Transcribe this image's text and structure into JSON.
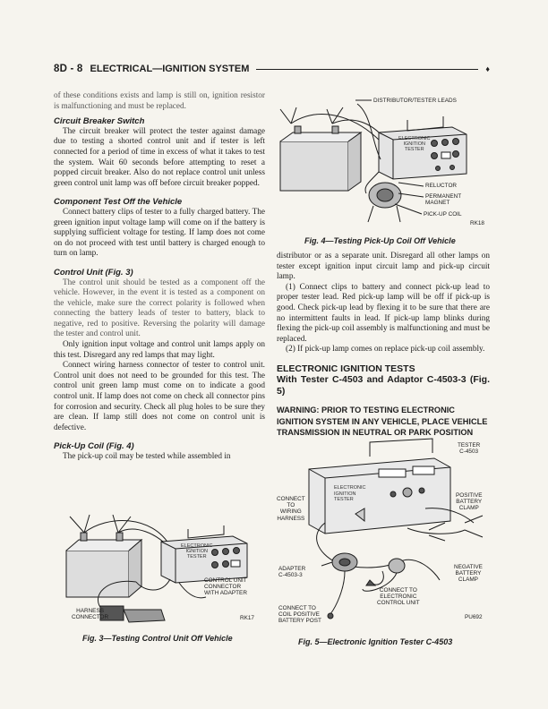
{
  "header": {
    "section_code": "8D - 8",
    "title": "ELECTRICAL—IGNITION SYSTEM",
    "end_mark": "♦"
  },
  "left_column": {
    "intro": "of these conditions exists and lamp is still on, ignition resistor is malfunctioning and must be replaced.",
    "circuit_breaker_heading": "Circuit Breaker Switch",
    "circuit_breaker_text": "The circuit breaker will protect the tester against damage due to testing a shorted control unit and if tester is left connected for a period of time in excess of what it takes to test the system. Wait 60 seconds before attempting to reset a popped circuit breaker. Also do not replace control unit unless green control unit lamp was off before circuit breaker popped.",
    "component_heading": "Component Test Off the Vehicle",
    "component_text": "Connect battery clips of tester to a fully charged battery. The green ignition input voltage lamp will come on if the battery is supplying sufficient voltage for testing. If lamp does not come on do not proceed with test until battery is charged enough to turn on lamp.",
    "control_unit_heading": "Control Unit (Fig. 3)",
    "control_unit_p1": "The control unit should be tested as a component off the vehicle. However, in the event it is tested as a component on the vehicle, make sure the correct polarity is followed when connecting the battery leads of tester to battery, black to negative, red to positive. Reversing the polarity will damage the tester and control unit.",
    "control_unit_p2": "Only ignition input voltage and control unit lamps apply on this test. Disregard any red lamps that may light.",
    "control_unit_p3": "Connect wiring harness connector of tester to control unit. Control unit does not need to be grounded for this test. The control unit green lamp must come on to indicate a good control unit. If lamp does not come on check all connector pins for corrosion and security. Check all plug holes to be sure they are clean. If lamp still does not come on control unit is defective.",
    "pickup_heading": "Pick-Up Coil (Fig. 4)",
    "pickup_text": "The pick-up coil may be tested while assembled in"
  },
  "right_column": {
    "p1": "distributor or as a separate unit. Disregard all other lamps on tester except ignition input circuit lamp and pick-up circuit lamp.",
    "p2": "(1) Connect clips to battery and connect pick-up lead to proper tester lead. Red pick-up lamp will be off if pick-up is good. Check pick-up lead by flexing it to be sure that there are no intermittent faults in lead. If pick-up lamp blinks during flexing the pick-up coil assembly is malfunctioning and must be replaced.",
    "p3": "(2) If pick-up lamp comes on replace pick-up coil assembly.",
    "section_heading_1": "ELECTRONIC IGNITION TESTS",
    "section_heading_2": "With Tester C-4503 and Adaptor C-4503-3 (Fig. 5)",
    "warning": "WARNING: PRIOR TO TESTING ELECTRONIC IGNITION SYSTEM IN ANY VEHICLE, PLACE VEHICLE TRANSMISSION IN NEUTRAL OR PARK POSITION"
  },
  "fig3": {
    "caption": "Fig. 3—Testing Control Unit Off Vehicle",
    "tester_line1": "ELECTRONIC",
    "tester_line2": "IGNITION",
    "tester_line3": "TESTER",
    "label_control_unit_1": "CONTROL UNIT",
    "label_control_unit_2": "CONNECTOR",
    "label_control_unit_3": "WITH ADAPTER",
    "label_harness_1": "HARNESS",
    "label_harness_2": "CONNECTOR",
    "ref": "RK17"
  },
  "fig4": {
    "caption": "Fig. 4—Testing Pick-Up Coil Off Vehicle",
    "label_leads": "DISTRIBUTOR/TESTER LEADS",
    "tester_line1": "ELECTRONIC",
    "tester_line2": "IGNITION",
    "tester_line3": "TESTER",
    "label_reluctor": "RELUCTOR",
    "label_magnet_1": "PERMANENT",
    "label_magnet_2": "MAGNET",
    "label_pickup": "PICK-UP COIL",
    "ref": "RK18"
  },
  "fig5": {
    "caption": "Fig. 5—Electronic Ignition Tester C-4503",
    "label_tester_1": "TESTER",
    "label_tester_2": "C-4503",
    "tester_line1": "ELECTRONIC",
    "tester_line2": "IGNITION",
    "tester_line3": "TESTER",
    "label_connect_1": "CONNECT",
    "label_connect_2": "TO",
    "label_connect_3": "WIRING",
    "label_connect_4": "HARNESS",
    "label_pos_1": "POSITIVE",
    "label_pos_2": "BATTERY",
    "label_pos_3": "CLAMP",
    "label_adapter_1": "ADAPTER",
    "label_adapter_2": "C-4503-3",
    "label_neg_1": "NEGATIVE",
    "label_neg_2": "BATTERY",
    "label_neg_3": "CLAMP",
    "label_ecu_1": "CONNECT TO",
    "label_ecu_2": "ELECTRONIC",
    "label_ecu_3": "CONTROL UNIT",
    "label_coil_1": "CONNECT TO",
    "label_coil_2": "COIL POSITIVE",
    "label_coil_3": "BATTERY POST",
    "ref": "PU692"
  }
}
